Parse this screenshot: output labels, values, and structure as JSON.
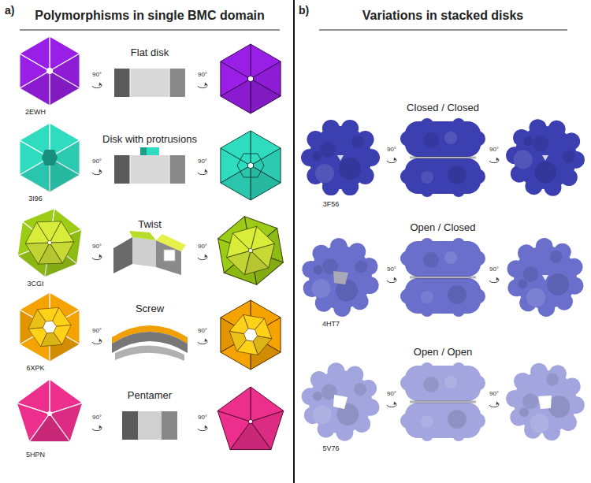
{
  "diagram": {
    "labels": [
      "a)",
      "Polymorphisms in single BMC domain",
      "Flat disk",
      "90°",
      "90°",
      "2EWH",
      "Disk with protrusions",
      "90°",
      "90°",
      "3I96",
      "Twist",
      "90°",
      "90°",
      "3CGI",
      "Screw",
      "90°",
      "90°",
      "6XPK",
      "Pentamer",
      "90°",
      "90°",
      "5HPN",
      "b)",
      "Variations in stacked disks",
      "Closed / Closed",
      "90°",
      "90°",
      "3F56",
      "Open / Closed",
      "90°",
      "90°",
      "4HT7",
      "Open / Open",
      "90°",
      "90°",
      "5V76"
    ]
  }
}
